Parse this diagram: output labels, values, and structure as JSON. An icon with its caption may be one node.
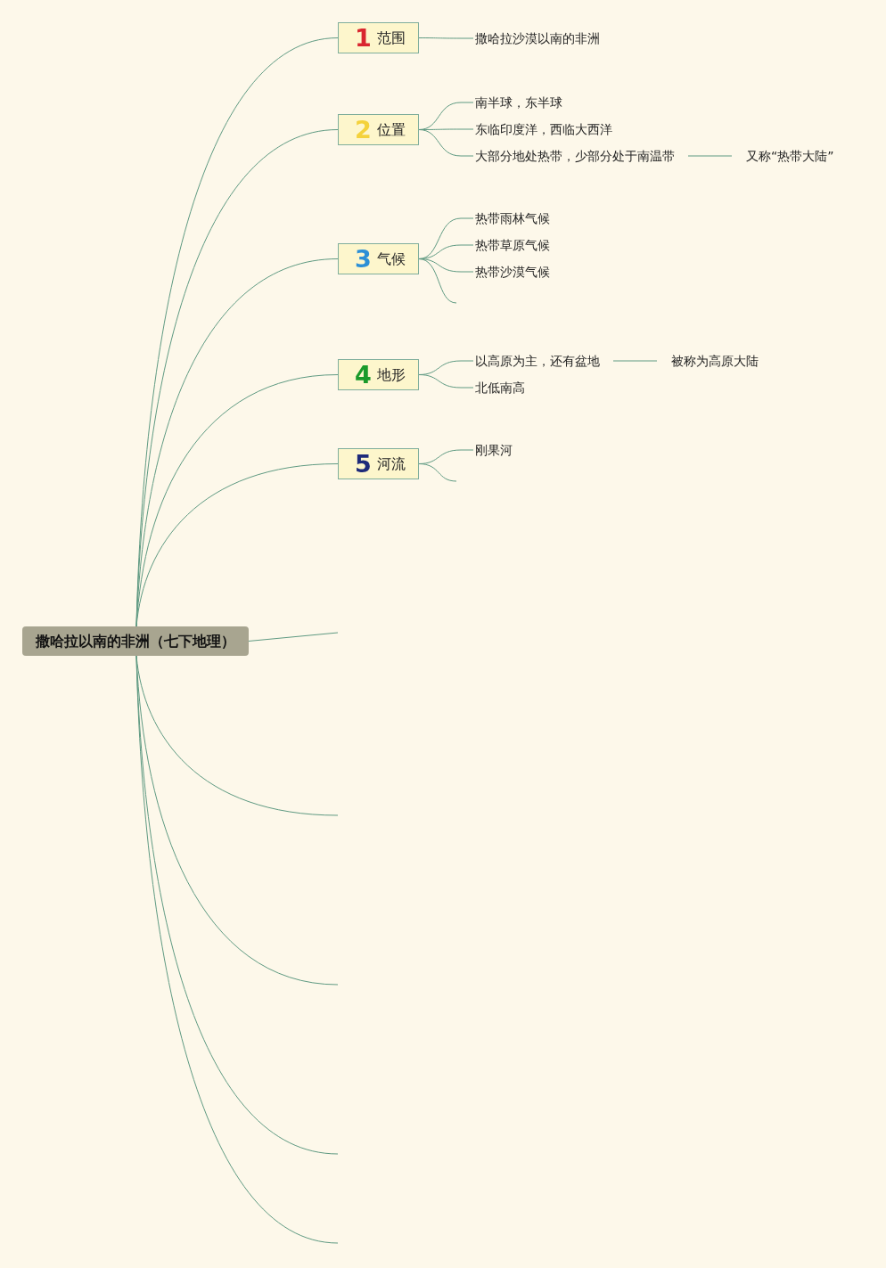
{
  "diagram": {
    "nodes": [
      {
        "text": [
          "撒哈拉以南的非洲（七下地理）"
        ]
      },
      {
        "text": [
          "1",
          "范围"
        ]
      },
      {
        "text": [
          "撒哈拉沙漠以南的非洲"
        ]
      },
      {
        "text": [
          "2",
          "位置"
        ]
      },
      {
        "text": [
          "南半球，东半球"
        ]
      },
      {
        "text": [
          "东临印度洋，西临大西洋"
        ]
      },
      {
        "text": [
          "大部分地处热带，少部分处于南温带"
        ]
      },
      {
        "text": [
          "又称“热带大陆”"
        ]
      },
      {
        "text": [
          "3",
          "气候"
        ]
      },
      {
        "text": [
          "热带雨林气候"
        ]
      },
      {
        "text": [
          "热带草原气候"
        ]
      },
      {
        "text": [
          "热带沙漠气候"
        ]
      },
      {
        "text": [
          "4",
          "地形"
        ]
      },
      {
        "text": [
          "以高原为主，还有盆地"
        ]
      },
      {
        "text": [
          "被称为高原大陆"
        ]
      },
      {
        "text": [
          "北低南高"
        ]
      },
      {
        "text": [
          "5",
          "河流"
        ]
      },
      {
        "text": [
          "刚果河"
        ]
      }
    ],
    "edges": [
      {
        "from": 0,
        "to": 1,
        "arrow": "none"
      },
      {
        "from": 1,
        "to": 2,
        "arrow": "none"
      },
      {
        "from": 0,
        "to": 3,
        "arrow": "none"
      },
      {
        "from": 3,
        "to": 4,
        "arrow": "none"
      },
      {
        "from": 3,
        "to": 5,
        "arrow": "none"
      },
      {
        "from": 3,
        "to": 6,
        "arrow": "none"
      },
      {
        "from": 6,
        "to": 7,
        "arrow": "none"
      },
      {
        "from": 0,
        "to": 8,
        "arrow": "none"
      },
      {
        "from": 8,
        "to": 9,
        "arrow": "none"
      },
      {
        "from": 8,
        "to": 10,
        "arrow": "none"
      },
      {
        "from": 8,
        "to": 11,
        "arrow": "none"
      },
      {
        "from": 8,
        "to": null,
        "arrow": "none"
      },
      {
        "from": 0,
        "to": 12,
        "arrow": "none"
      },
      {
        "from": 12,
        "to": 13,
        "arrow": "none"
      },
      {
        "from": 13,
        "to": 14,
        "arrow": "none"
      },
      {
        "from": 12,
        "to": 15,
        "arrow": "none"
      },
      {
        "from": 0,
        "to": 16,
        "arrow": "none"
      },
      {
        "from": 16,
        "to": 17,
        "arrow": "none"
      },
      {
        "from": 16,
        "to": null,
        "arrow": "none"
      },
      {
        "from": 0,
        "to": null,
        "arrow": "none"
      },
      {
        "from": 0,
        "to": null,
        "arrow": "none"
      },
      {
        "from": 0,
        "to": null,
        "arrow": "none"
      },
      {
        "from": 0,
        "to": null,
        "arrow": "none"
      },
      {
        "from": 0,
        "to": null,
        "arrow": "none"
      }
    ]
  }
}
